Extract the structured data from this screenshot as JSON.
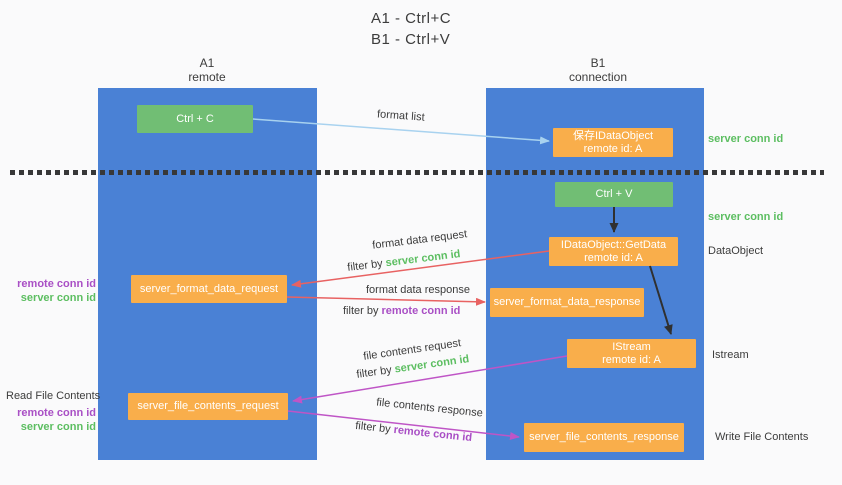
{
  "title": {
    "line1": "A1 - Ctrl+C",
    "line2": "B1 - Ctrl+V"
  },
  "lanes": {
    "a": {
      "header_line1": "A1",
      "header_line2": "remote"
    },
    "b": {
      "header_line1": "B1",
      "header_line2": "connection"
    }
  },
  "nodes": {
    "ctrl_c": "Ctrl + C",
    "ctrl_v": "Ctrl + V",
    "save_idataobject": {
      "line1": "保存IDataObject",
      "line2": "remote id: A"
    },
    "getdata": {
      "line1": "IDataObject::GetData",
      "line2": "remote id: A"
    },
    "istream": {
      "line1": "IStream",
      "line2": "remote id: A"
    },
    "format_request": "server_format_data_request",
    "format_response": "server_format_data_response",
    "file_request": "server_file_contents_request",
    "file_response": "server_file_contents_response"
  },
  "edge_labels": {
    "format_list": "format list",
    "format_data_request": "format data request",
    "format_data_response": "format data response",
    "file_contents_request": "file contents request",
    "file_contents_response": "file contents response",
    "filter_by": "filter by",
    "server_conn_id": "server conn id",
    "remote_conn_id": "remote conn id"
  },
  "left_labels": {
    "remote_conn_id_1": "remote conn id",
    "server_conn_id_1": "server conn id",
    "read_file_contents": "Read File Contents",
    "remote_conn_id_2": "remote conn id",
    "server_conn_id_2": "server conn id"
  },
  "right_labels": {
    "server_conn_id_1": "server conn id",
    "server_conn_id_2": "server conn id",
    "dataobject": "DataObject",
    "istream": "Istream",
    "write_file_contents": "Write File Contents"
  },
  "colors": {
    "lane_blue": "#4a81d5",
    "box_orange": "#f9ae4b",
    "box_green": "#71be74",
    "text_green": "#5cbe61",
    "text_purple": "#a94fc5",
    "arrow_red": "#e86262",
    "arrow_magenta": "#bf55c6",
    "arrow_light_blue": "#a8d2ef",
    "arrow_black": "#303030",
    "text_dark": "#3c3c3c",
    "background": "#fafafb",
    "divider_dark": "#383838"
  }
}
